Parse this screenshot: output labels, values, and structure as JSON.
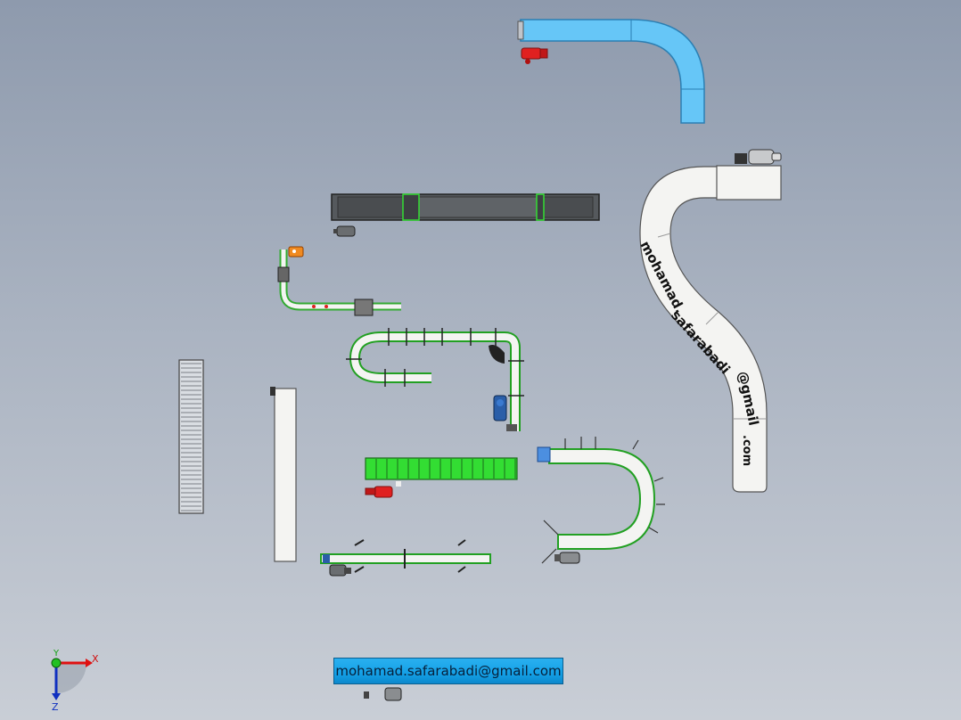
{
  "model": {
    "email_banner": "mohamad.safarabadi@gmail.com",
    "curve_text": {
      "part1": "mohamad.",
      "part2": "safarabadi",
      "part3": "@gmail",
      "part4": ".com"
    }
  },
  "triad": {
    "x_label": "X",
    "y_label": "Y",
    "z_label": "Z"
  },
  "colors": {
    "background_top": "#8e9aad",
    "background_bottom": "#c9ced6",
    "belt_green": "#33dd33",
    "duct_blue": "#66c6f7",
    "motor_red": "#e02020",
    "dark_conveyor": "#4a4d50",
    "white_belt": "#f4f4f2"
  }
}
